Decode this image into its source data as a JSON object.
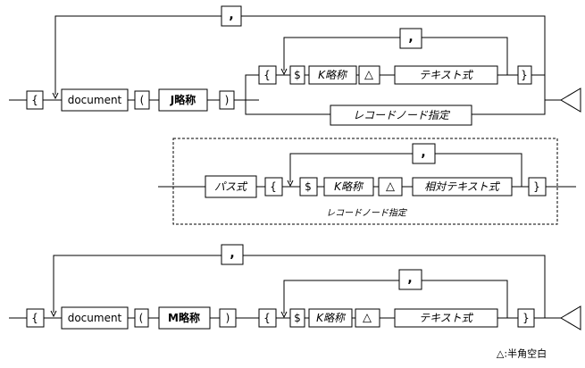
{
  "diagram1": {
    "comma_outer": ",",
    "brace_open": "{",
    "document": "document",
    "paren_open": "(",
    "j_abbrev": "J略称",
    "paren_close": ")",
    "brace_open_inner": "{",
    "comma_inner": ",",
    "dollar": "$",
    "k_abbrev": "K略称",
    "space_symbol": "△",
    "text_expr": "テキスト式",
    "brace_close_inner": "}",
    "record_node": "レコードノード指定"
  },
  "diagram2": {
    "path_expr": "パス式",
    "brace_open": "{",
    "comma": ",",
    "dollar": "$",
    "k_abbrev": "K略称",
    "space_symbol": "△",
    "rel_text_expr": "相対テキスト式",
    "brace_close": "}",
    "caption": "レコードノード指定"
  },
  "diagram3": {
    "comma_outer": ",",
    "brace_open": "{",
    "document": "document",
    "paren_open": "(",
    "m_abbrev": "M略称",
    "paren_close": ")",
    "brace_open_inner": "{",
    "comma_inner": ",",
    "dollar": "$",
    "k_abbrev": "K略称",
    "space_symbol": "△",
    "text_expr": "テキスト式",
    "brace_close_inner": "}"
  },
  "legend": "△:半角空白"
}
